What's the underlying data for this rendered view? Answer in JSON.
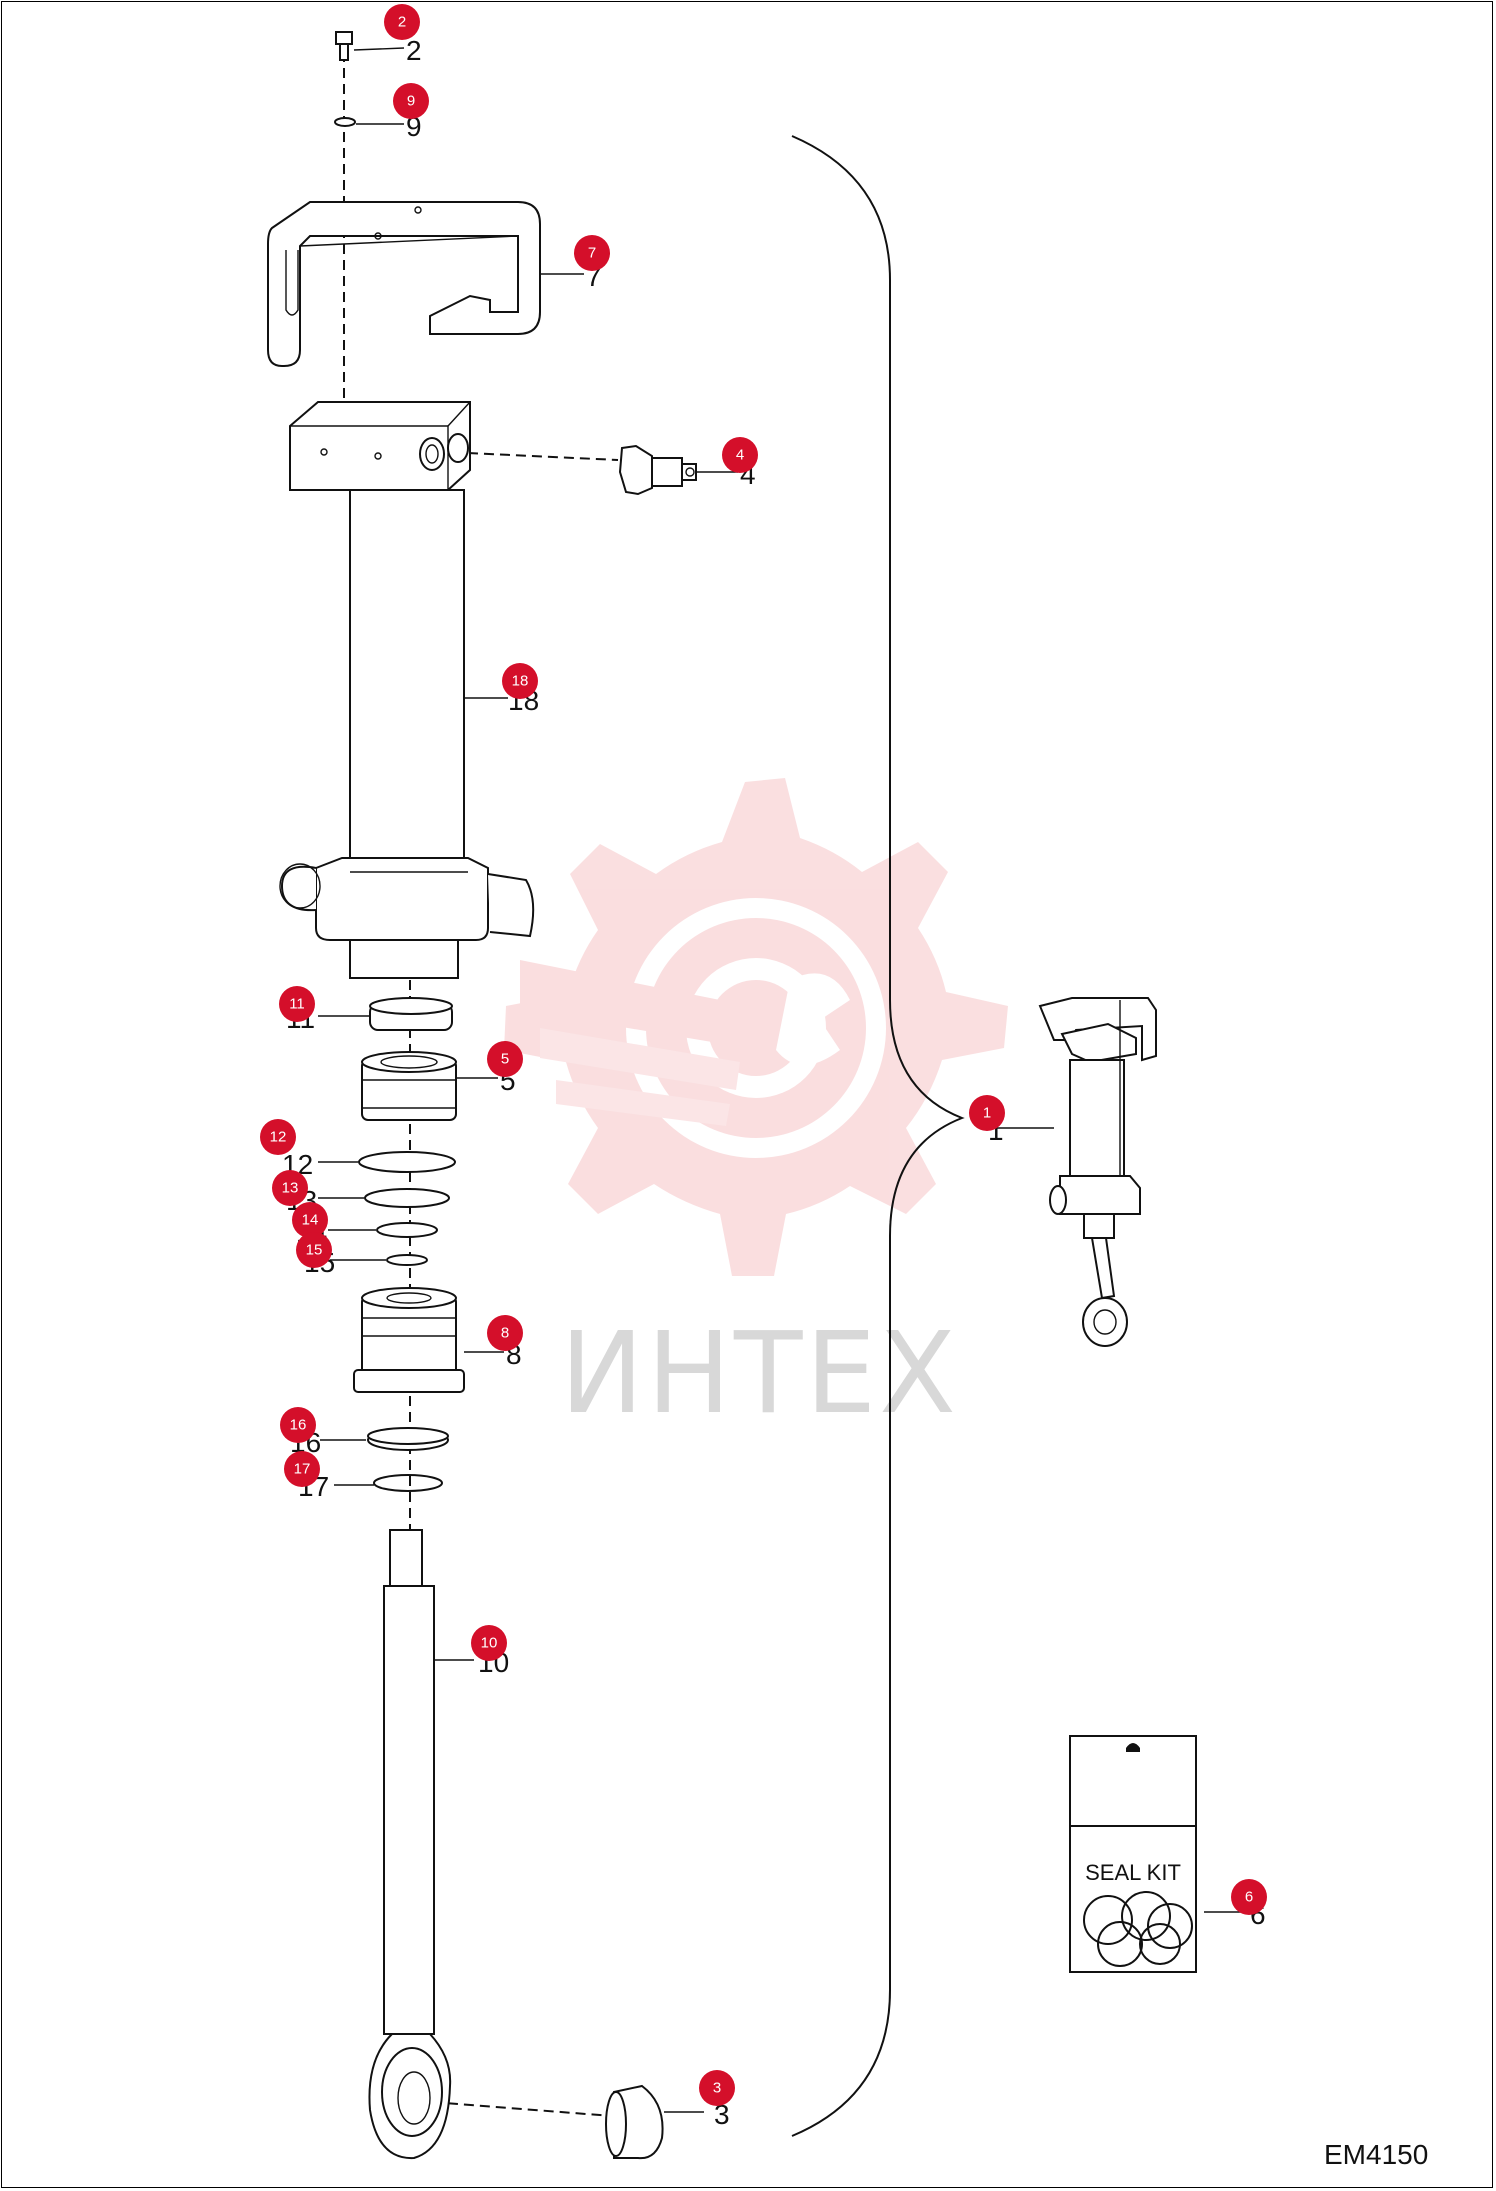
{
  "diagram_code": "EM4150",
  "watermark_text": "ИНТЕХ",
  "seal_kit_label": "SEAL KIT",
  "callouts": [
    {
      "id": "c2",
      "badge": "2",
      "label": "2"
    },
    {
      "id": "c9",
      "badge": "9",
      "label": "9"
    },
    {
      "id": "c7",
      "badge": "7",
      "label": "7"
    },
    {
      "id": "c4",
      "badge": "4",
      "label": "4"
    },
    {
      "id": "c18",
      "badge": "18",
      "label": "18"
    },
    {
      "id": "c11",
      "badge": "11",
      "label": "11"
    },
    {
      "id": "c5",
      "badge": "5",
      "label": "5"
    },
    {
      "id": "c12",
      "badge": "12",
      "label": "12"
    },
    {
      "id": "c13",
      "badge": "13",
      "label": "13"
    },
    {
      "id": "c14",
      "badge": "14",
      "label": "14"
    },
    {
      "id": "c15",
      "badge": "15",
      "label": "15"
    },
    {
      "id": "c8",
      "badge": "8",
      "label": "8"
    },
    {
      "id": "c16",
      "badge": "16",
      "label": "16"
    },
    {
      "id": "c17",
      "badge": "17",
      "label": "17"
    },
    {
      "id": "c10",
      "badge": "10",
      "label": "10"
    },
    {
      "id": "c1",
      "badge": "1",
      "label": "1"
    },
    {
      "id": "c6",
      "badge": "6",
      "label": "6"
    },
    {
      "id": "c3",
      "badge": "3",
      "label": "3"
    }
  ],
  "colors": {
    "badge": "#d40f2a",
    "watermark": "#f6c4c6",
    "line": "#111111"
  }
}
